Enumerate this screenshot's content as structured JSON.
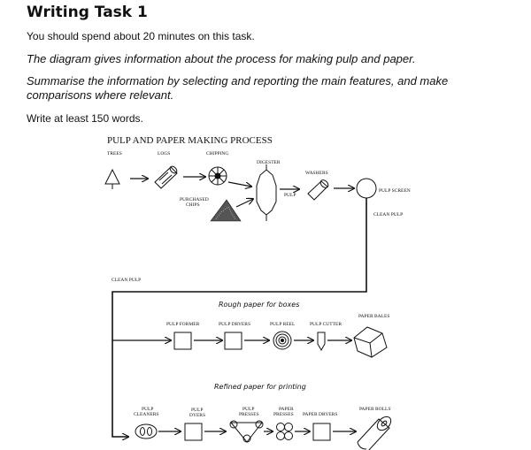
{
  "task": {
    "heading": "Writing Task 1",
    "line1": "You should spend about 20 minutes on this task.",
    "line2": "The diagram gives information about the process for making pulp and paper.",
    "line3": "Summarise the information by selecting and reporting the main features, and make comparisons where relevant.",
    "line4": "Write at least 150 words."
  },
  "diagram": {
    "title": "PULP AND PAPER MAKING PROCESS",
    "labels": {
      "trees": "TREES",
      "logs": "LOGS",
      "chipping": "CHIPPING",
      "digester": "DIGESTER",
      "washers": "WASHERS",
      "pulp_screen": "PULP SCREEN",
      "purchased_chips_1": "PURCHASED",
      "purchased_chips_2": "CHIPS",
      "pulp": "PULP",
      "clean_pulp_right": "CLEAN PULP",
      "clean_pulp_left": "CLEAN PULP",
      "rough_heading": "Rough paper for boxes",
      "pulp_former": "PULP FORMER",
      "pulp_dryers_rough": "PULP DRYERS",
      "pulp_reel": "PULP REEL",
      "pulp_cutter": "PULP CUTTER",
      "paper_bales": "PAPER BALES",
      "refined_heading": "Refined paper for printing",
      "pulp_cleaners_1": "PULP",
      "pulp_cleaners_2": "CLEANERS",
      "pulp_dyers_1": "PULP",
      "pulp_dyers_2": "DYERS",
      "pulp_presses_1": "PULP",
      "pulp_presses_2": "PRESSES",
      "paper_presses_1": "PAPER",
      "paper_presses_2": "PRESSES",
      "paper_dryers": "PAPER DRYERS",
      "paper_rolls": "PAPER ROLLS"
    }
  }
}
